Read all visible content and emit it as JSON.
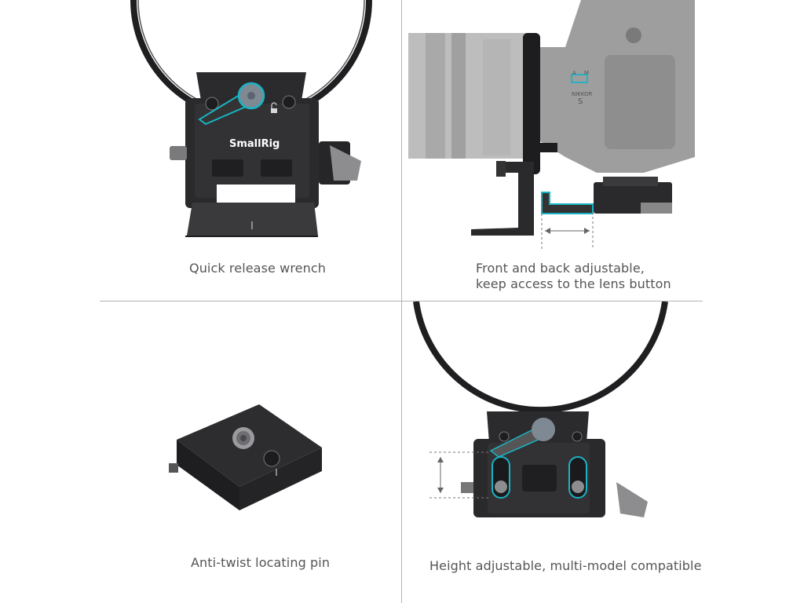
{
  "brand": {
    "name": "SmallRig"
  },
  "lens_markings": {
    "model": "NIKKOR",
    "series": "S",
    "switch_a": "A",
    "switch_m": "M"
  },
  "panels": [
    {
      "id": "quick-release",
      "caption_lines": [
        "Quick release wrench"
      ]
    },
    {
      "id": "front-back",
      "caption_lines": [
        "Front and back adjustable,",
        "keep access to the lens button"
      ]
    },
    {
      "id": "anti-twist",
      "caption_lines": [
        "Anti-twist locating pin"
      ]
    },
    {
      "id": "height",
      "caption_lines": [
        "Height adjustable, multi-model compatible"
      ]
    }
  ],
  "colors": {
    "highlight": "#1ab3c4",
    "divider": "#b3b3b3",
    "caption": "#555555",
    "metal_dark": "#2a2a2c"
  },
  "icons": [
    "wrench-lever-icon",
    "unlock-icon",
    "arrow-double-horizontal-icon",
    "arrow-double-vertical-icon"
  ]
}
